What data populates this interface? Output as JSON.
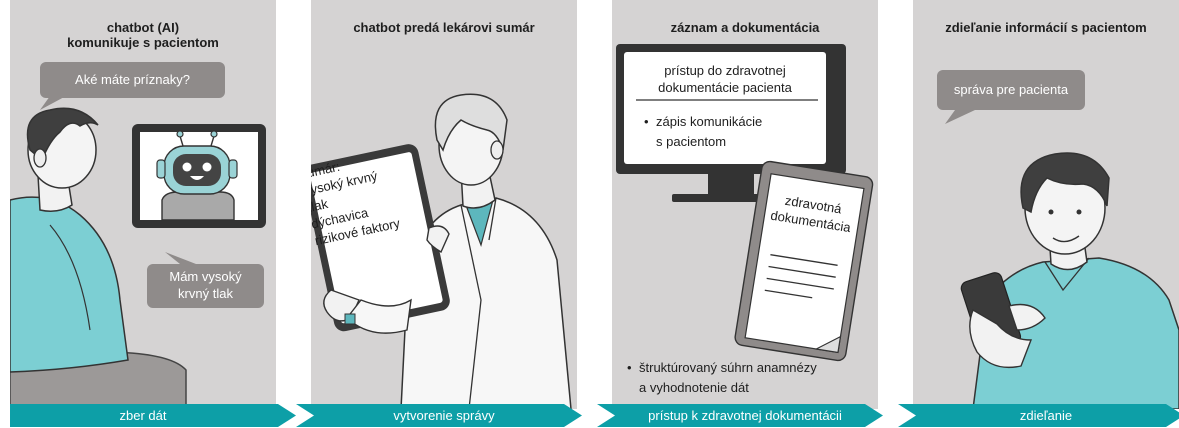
{
  "panels": [
    {
      "title_line1": "chatbot (AI)",
      "title_line2": "komunikuje s pacientom",
      "bubble_question": "Aké máte príznaky?",
      "bubble_answer_line1": "Mám vysoký",
      "bubble_answer_line2": "krvný tlak",
      "step": "zber dát"
    },
    {
      "title": "chatbot predá lekárovi sumár",
      "summary_lines": [
        "sumár:",
        "vysoký krvný",
        "tlak",
        "dýchavica",
        "rizikové faktory"
      ],
      "step": "vytvorenie správy"
    },
    {
      "title": "záznam a dokumentácia",
      "monitor_heading_line1": "prístup do zdravotnej",
      "monitor_heading_line2": "dokumentácie pacienta",
      "monitor_bullet_line1": "zápis komunikácie",
      "monitor_bullet_line2": "s pacientom",
      "doc_label_line1": "zdravotná",
      "doc_label_line2": "dokumentácia",
      "bullet_line1": "štruktúrovaný súhrn anamnézy",
      "bullet_line2": "a vyhodnotenie dát",
      "step": "prístup k zdravotnej dokumentácii"
    },
    {
      "title": "zdieľanie informácií s pacientom",
      "bubble": "správa pre pacienta",
      "step": "zdieľanie"
    }
  ],
  "colors": {
    "panel_bg": "#d5d3d3",
    "arrow": "#0d9fa7",
    "bubble": "#8f8b8a",
    "shirt_teal": "#7ccfd3",
    "robot": "#9ad3d6",
    "monitor": "#333333"
  }
}
